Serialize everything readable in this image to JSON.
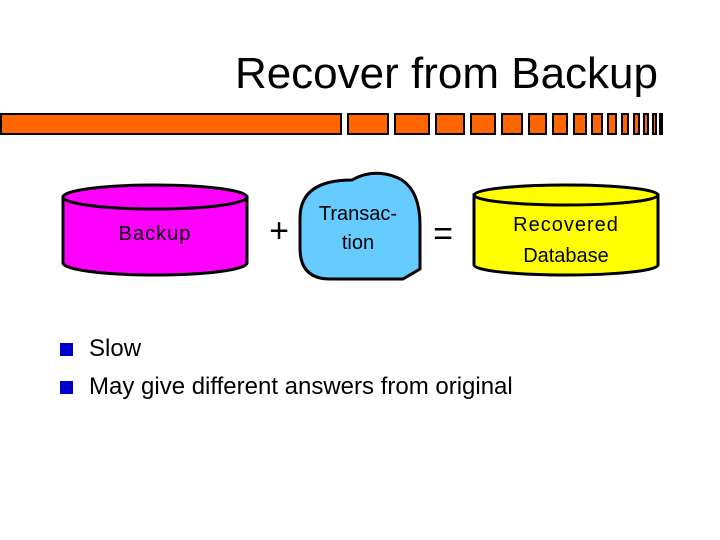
{
  "slide": {
    "title": "Recover from Backup"
  },
  "colors": {
    "stripe": "#ff6600",
    "backup_fill": "#ff00ff",
    "transaction_fill": "#66ccff",
    "recovered_fill": "#ffff00",
    "bullet": "#0000cc"
  },
  "diagram": {
    "backup_label": "Backup",
    "plus": "+",
    "transaction_line1": "Transac-",
    "transaction_line2": "tion",
    "equals": "=",
    "recovered_line1": "Recovered",
    "recovered_line2": "Database"
  },
  "bullets": [
    {
      "icon": "square-bullet-icon",
      "text": "Slow"
    },
    {
      "icon": "square-bullet-icon",
      "text": "May give different answers from original"
    }
  ]
}
